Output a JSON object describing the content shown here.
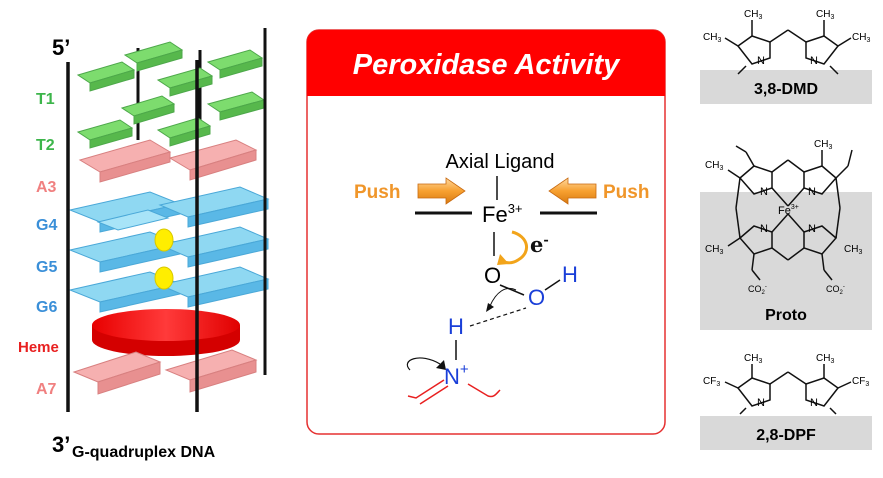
{
  "dna_panel": {
    "label_5prime": "5’",
    "label_3prime": "3’",
    "caption": "G-quadruplex DNA",
    "layer_labels": [
      "T1",
      "T2",
      "A3",
      "G4",
      "G5",
      "G6",
      "Heme",
      "A7"
    ],
    "colors": {
      "thymine": "#6fdc6f",
      "adenine": "#f4a7a7",
      "guanine": "#7fd3f0",
      "heme": "#ee2222",
      "k_ion": "#ffee00"
    }
  },
  "mechanism_panel": {
    "title": "Peroxidase Activity",
    "title_bg": "#ff0000",
    "axial_ligand": "Axial Ligand",
    "push_left": "Push",
    "push_right": "Push",
    "fe_symbol": "Fe",
    "fe_charge": "3+",
    "electron": "e",
    "electron_charge": "-",
    "o1": "O",
    "o2": "O",
    "h_oh": "H",
    "h_nh": "H",
    "n_symbol": "N",
    "n_charge": "+"
  },
  "heme_variants": [
    {
      "name": "3,8-DMD",
      "substituents": [
        "CH",
        "3",
        "CH",
        "3",
        "CH",
        "3",
        "CH",
        "3"
      ],
      "n_labels": [
        "N",
        "N"
      ]
    },
    {
      "name": "Proto",
      "substituents": [
        "CH",
        "3",
        "CH",
        "3",
        "CH",
        "3",
        "CH",
        "3"
      ],
      "metal": "Fe",
      "metal_charge": "3+",
      "n_labels": [
        "N",
        "N",
        "N",
        "N"
      ],
      "carboxylates": [
        "CO",
        "2",
        "-",
        "CO",
        "2",
        "-"
      ]
    },
    {
      "name": "2,8-DPF",
      "substituents": [
        "CH",
        "3",
        "CH",
        "3",
        "CF",
        "3",
        "CF",
        "3"
      ],
      "n_labels": [
        "N",
        "N"
      ]
    }
  ]
}
